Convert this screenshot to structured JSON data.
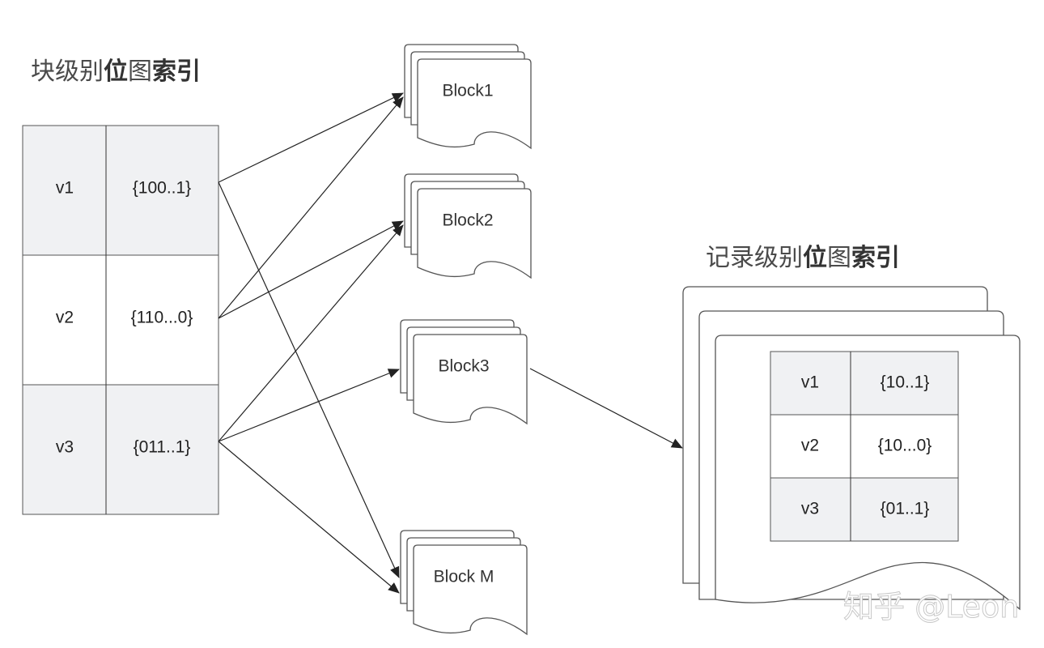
{
  "block_index": {
    "title_parts": [
      {
        "text": "块级别",
        "bold": false
      },
      {
        "text": "位",
        "bold": true
      },
      {
        "text": "图",
        "bold": false
      },
      {
        "text": "索引",
        "bold": true
      }
    ],
    "rows": [
      {
        "key": "v1",
        "bitmap": "{100..1}",
        "shaded": true
      },
      {
        "key": "v2",
        "bitmap": "{110...0}",
        "shaded": false
      },
      {
        "key": "v3",
        "bitmap": "{011..1}",
        "shaded": true
      }
    ]
  },
  "blocks": [
    {
      "label": "Block1"
    },
    {
      "label": "Block2"
    },
    {
      "label": "Block3"
    },
    {
      "label": "Block M"
    }
  ],
  "record_index": {
    "title_parts": [
      {
        "text": "记录级别",
        "bold": false
      },
      {
        "text": "位",
        "bold": true
      },
      {
        "text": "图",
        "bold": false
      },
      {
        "text": "索引",
        "bold": true
      }
    ],
    "rows": [
      {
        "key": "v1",
        "bitmap": "{10..1}",
        "shaded": true
      },
      {
        "key": "v2",
        "bitmap": "{10...0}",
        "shaded": false
      },
      {
        "key": "v3",
        "bitmap": "{01..1}",
        "shaded": true
      }
    ]
  },
  "edges": [
    {
      "from": "v1",
      "to": "Block1"
    },
    {
      "from": "v1",
      "to": "Block M"
    },
    {
      "from": "v2",
      "to": "Block1"
    },
    {
      "from": "v2",
      "to": "Block2"
    },
    {
      "from": "v3",
      "to": "Block2"
    },
    {
      "from": "v3",
      "to": "Block3"
    },
    {
      "from": "v3",
      "to": "Block M"
    },
    {
      "from": "Block3",
      "to": "record-level-index"
    }
  ],
  "colors": {
    "shaded_cell": "#f0f1f3",
    "stroke": "#555555",
    "arrow": "#222222"
  },
  "watermark": "知乎 @Leon"
}
